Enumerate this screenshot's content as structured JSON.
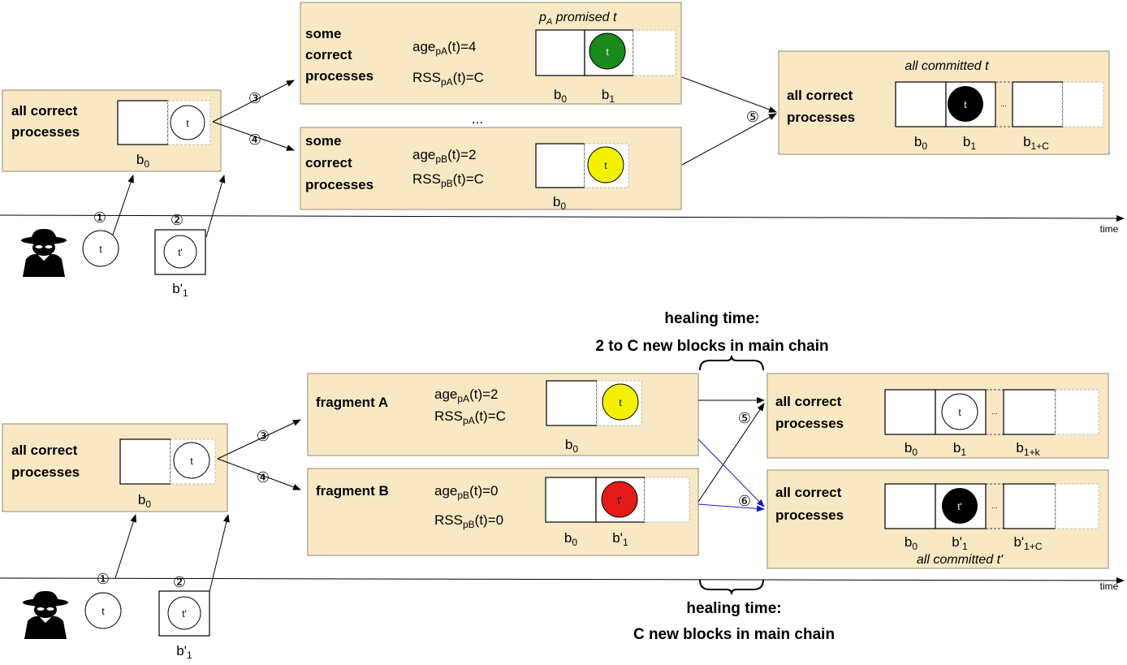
{
  "colors": {
    "box_fill": "#f8e8c4",
    "green": "#1a8a1a",
    "yellow": "#f3f000",
    "black": "#000000",
    "red": "#e41a1a",
    "blue_arrow": "#1a1acc"
  },
  "icons": {
    "attacker": "spy-icon"
  },
  "top": {
    "start_box": {
      "line1": "all correct",
      "line2": "processes",
      "tx": "t",
      "block_label": "b",
      "block_sub": "0"
    },
    "fragment_a": {
      "line1": "some",
      "line2": "correct",
      "line3": "processes",
      "age": "age",
      "age_sub": "pA",
      "age_tail": "(t)=4",
      "rss": "RSS",
      "rss_sub": "pA",
      "rss_tail": "(t)=C",
      "tx": "t",
      "b0": "b",
      "b0_sub": "0",
      "b1": "b",
      "b1_sub": "1",
      "caption_p": "p",
      "caption_sub": "A",
      "caption_rest": " promised t"
    },
    "ellipsis": "...",
    "fragment_b": {
      "line1": "some",
      "line2": "correct",
      "line3": "processes",
      "age": "age",
      "age_sub": "pB",
      "age_tail": "(t)=2",
      "rss": "RSS",
      "rss_sub": "pB",
      "rss_tail": "(t)=C",
      "tx": "t",
      "b0": "b",
      "b0_sub": "0"
    },
    "final_box": {
      "caption": "all committed t",
      "line1": "all correct",
      "line2": "processes",
      "tx": "t",
      "gap": "...",
      "b0": "b",
      "b0_sub": "0",
      "b1": "b",
      "b1_sub": "1",
      "b1c": "b",
      "b1c_sub": "1+C"
    },
    "steps": {
      "s1": "①",
      "s2": "②",
      "s3": "③",
      "s4": "④",
      "s5": "⑤"
    },
    "attacker_tx": "t",
    "attacker_block_tx": "t'",
    "attacker_block_label": "b'",
    "attacker_block_sub": "1",
    "time": "time"
  },
  "bottom": {
    "healing_top_line1": "healing time:",
    "healing_top_line2": "2 to C new blocks in main chain",
    "healing_bottom_line1": "healing time:",
    "healing_bottom_line2": "C new blocks in main chain",
    "start_box": {
      "line1": "all correct",
      "line2": "processes",
      "tx": "t",
      "block_label": "b",
      "block_sub": "0"
    },
    "fragment_a": {
      "title": "fragment A",
      "age": "age",
      "age_sub": "pA",
      "age_tail": "(t)=2",
      "rss": "RSS",
      "rss_sub": "pA",
      "rss_tail": "(t)=C",
      "tx": "t",
      "b0": "b",
      "b0_sub": "0"
    },
    "fragment_b": {
      "title": "fragment B",
      "age": "age",
      "age_sub": "pB",
      "age_tail": "(t)=0",
      "rss": "RSS",
      "rss_sub": "pB",
      "rss_tail": "(t)=0",
      "tx": "t'",
      "b0": "b",
      "b0_sub": "0",
      "b1": "b'",
      "b1_sub": "1"
    },
    "result_a": {
      "line1": "all correct",
      "line2": "processes",
      "tx": "t",
      "gap": "...",
      "b0": "b",
      "b0_sub": "0",
      "b1": "b",
      "b1_sub": "1",
      "b1k": "b",
      "b1k_sub": "1+k"
    },
    "result_b": {
      "line1": "all correct",
      "line2": "processes",
      "tx": "t'",
      "gap": "...",
      "b0": "b",
      "b0_sub": "0",
      "b1": "b'",
      "b1_sub": "1",
      "b1c": "b'",
      "b1c_sub": "1+C",
      "caption": "all committed t'"
    },
    "steps": {
      "s1": "①",
      "s2": "②",
      "s3": "③",
      "s4": "④",
      "s5": "⑤",
      "s6": "⑥"
    },
    "attacker_tx": "t",
    "attacker_block_tx": "t'",
    "attacker_block_label": "b'",
    "attacker_block_sub": "1",
    "time": "time"
  }
}
